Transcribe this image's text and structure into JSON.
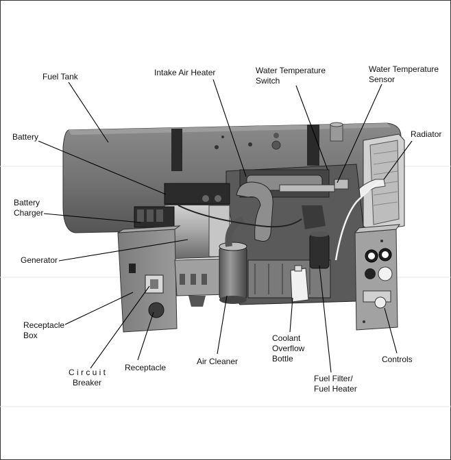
{
  "diagram": {
    "labels": {
      "fuel_tank": "Fuel Tank",
      "intake_air_heater": "Intake Air Heater",
      "water_temp_switch": [
        "Water Temperature",
        "Switch"
      ],
      "water_temp_sensor": [
        "Water Temperature",
        "Sensor"
      ],
      "radiator": "Radiator",
      "battery": "Battery",
      "battery_charger": [
        "Battery",
        "Charger"
      ],
      "generator": "Generator",
      "receptacle_box": [
        "Receptacle",
        "Box"
      ],
      "circuit_breaker": [
        "C i r c u i t",
        "Breaker"
      ],
      "receptacle": "Receptacle",
      "air_cleaner": "Air Cleaner",
      "coolant_overflow_bottle": [
        "Coolant",
        "Overflow",
        "Bottle"
      ],
      "fuel_filter_heater": [
        "Fuel Filter/",
        "Fuel Heater"
      ],
      "controls": "Controls"
    },
    "colors": {
      "housing_dark": "#6e6e6e",
      "housing_mid": "#8c8c8c",
      "housing_light": "#b8b8b8",
      "shadow": "#2c2c2c",
      "leader": "#000000"
    }
  }
}
